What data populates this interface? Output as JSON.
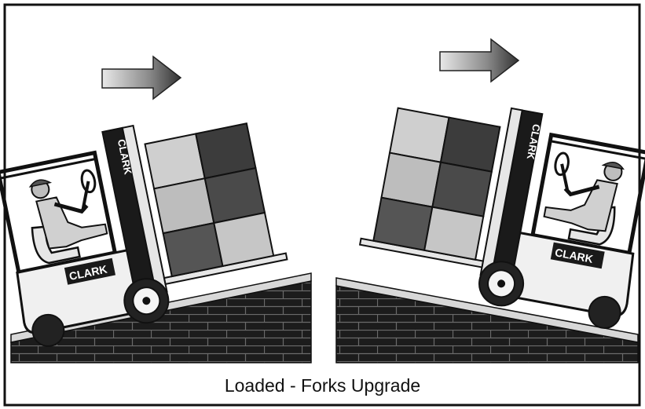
{
  "caption": "Loaded - Forks Upgrade",
  "left_scene": {
    "mast_brand": "CLARK",
    "body_brand": "CLARK"
  },
  "right_scene": {
    "mast_brand": "CLARK",
    "body_brand": "CLARK"
  }
}
